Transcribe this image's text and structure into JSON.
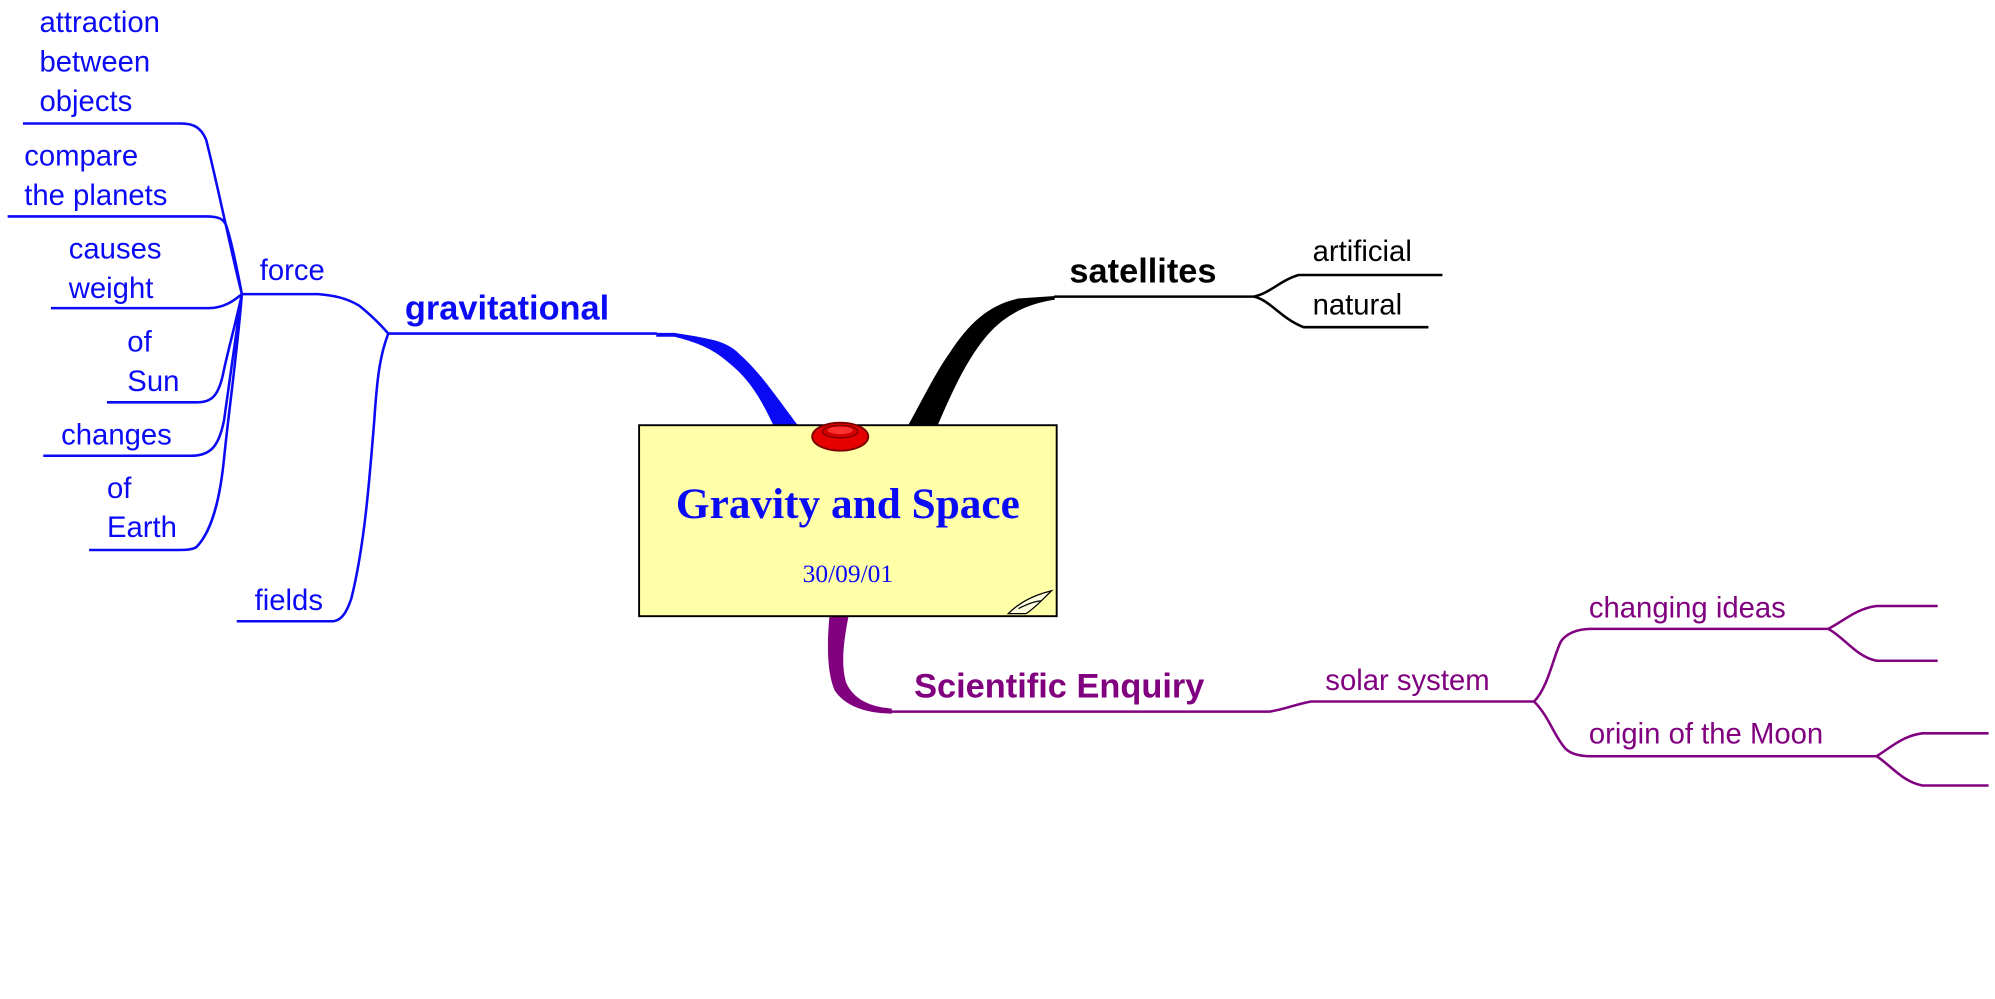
{
  "central": {
    "title": "Gravity and Space",
    "date": "30/09/01"
  },
  "branches": {
    "gravitational": {
      "label": "gravitational",
      "color": "#0a0af5",
      "force": {
        "label": "force",
        "items": [
          "attraction\nbetween\nobjects",
          "compare\nthe planets",
          "causes\nweight",
          "of\nSun",
          "changes",
          "of\nEarth"
        ]
      },
      "fields": {
        "label": "fields"
      }
    },
    "satellites": {
      "label": "satellites",
      "color": "#000000",
      "items": [
        "artificial",
        "natural"
      ]
    },
    "scientific_enquiry": {
      "label": "Scientific Enquiry",
      "color": "#800080",
      "solar_system": {
        "label": "solar system",
        "items": [
          "changing ideas",
          "origin of the Moon"
        ]
      }
    }
  },
  "icons": {
    "pin": "pushpin-icon",
    "corner": "page-curl-icon"
  },
  "colors": {
    "note_fill": "#ffffa8",
    "pin": "#e60000"
  }
}
